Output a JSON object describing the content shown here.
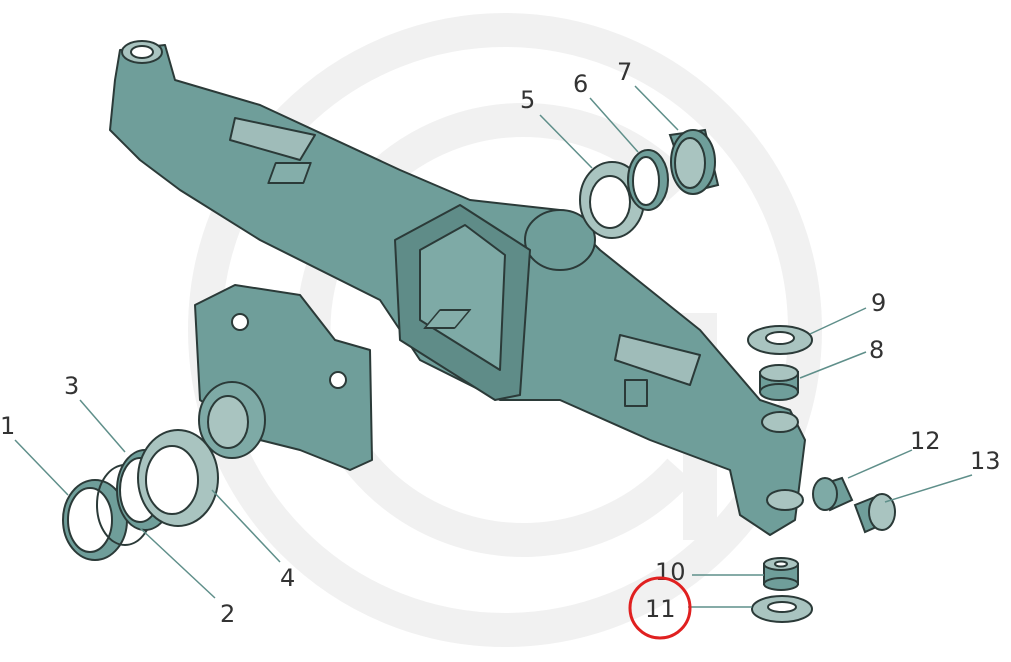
{
  "diagram": {
    "title": "Exploded view of front axle housing",
    "colors": {
      "body": "#6f9e9a",
      "washer": "#a9c4c0",
      "outline": "#2b3a38",
      "leader": "#5f8f8a",
      "highlight": "#e02020",
      "watermark": "#f0f0f0"
    },
    "labels": [
      {
        "id": "1",
        "text": "1"
      },
      {
        "id": "2",
        "text": "2"
      },
      {
        "id": "3",
        "text": "3"
      },
      {
        "id": "4",
        "text": "4"
      },
      {
        "id": "5",
        "text": "5"
      },
      {
        "id": "6",
        "text": "6"
      },
      {
        "id": "7",
        "text": "7"
      },
      {
        "id": "8",
        "text": "8"
      },
      {
        "id": "9",
        "text": "9"
      },
      {
        "id": "10",
        "text": "10"
      },
      {
        "id": "11",
        "text": "11"
      },
      {
        "id": "12",
        "text": "12"
      },
      {
        "id": "13",
        "text": "13"
      }
    ],
    "highlighted_label": "11"
  }
}
